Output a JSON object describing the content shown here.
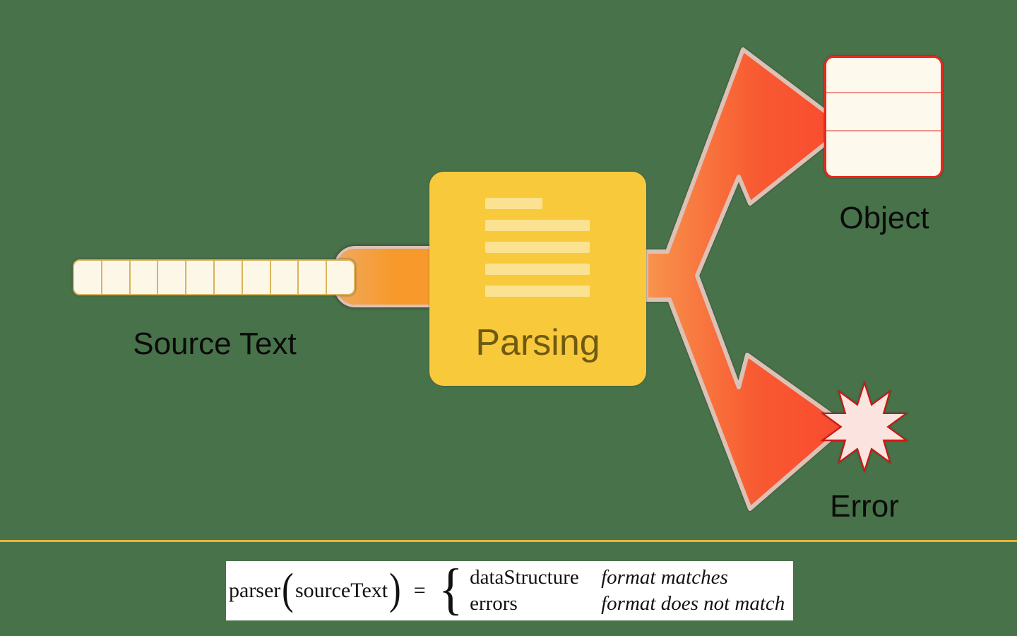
{
  "background_color": "#487249",
  "divider_color": "#E7B439",
  "source_strip": {
    "label": "Source Text",
    "cell_count": 10,
    "cell_fill": "#FDF7E8",
    "cell_border": "#D9B45C"
  },
  "flow_band": {
    "color": "#F8992B",
    "glow": "#DCC3B8"
  },
  "parsing_box": {
    "label": "Parsing",
    "fill": "#F9C93C",
    "text_color": "#6E5A11",
    "doc_line_color": "#FBE291",
    "doc_line_widths": [
      81,
      148,
      148,
      148,
      148
    ]
  },
  "arrows": {
    "fill_start": "#F8944D",
    "fill_end": "#FA4A30",
    "glow": "#DCC1B6"
  },
  "object_node": {
    "label": "Object",
    "fill": "#FEF9ED",
    "border": "#E9291D",
    "line_color": "#F09086",
    "line_offsets": [
      48,
      102
    ]
  },
  "error_node": {
    "label": "Error",
    "fill": "#FBE4E0",
    "border": "#CE1712",
    "points": 10
  },
  "formula": {
    "function_name": "parser",
    "open_paren": "(",
    "argument": "sourceText",
    "close_paren": ")",
    "equals": "=",
    "brace": "{",
    "cases": [
      {
        "value": "dataStructure",
        "condition": "format matches"
      },
      {
        "value": "errors",
        "condition": "format does not match"
      }
    ]
  }
}
